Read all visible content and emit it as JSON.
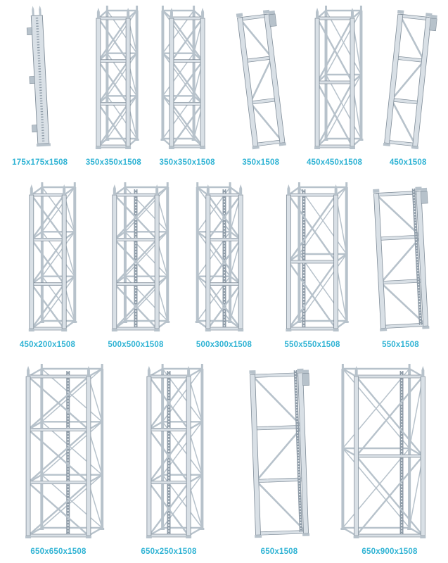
{
  "colors": {
    "label": "#2fb3d4",
    "metal_light": "#d9e0e6",
    "metal_mid": "#b7c2cb",
    "metal_dark": "#8f9ca8",
    "rack_teeth": "#eef2f5",
    "outline": "#7f8c98",
    "background": "#ffffff"
  },
  "rows": [
    {
      "items": [
        {
          "label": "175x175x1508",
          "variant": "panel"
        },
        {
          "label": "350x350x1508",
          "variant": "box",
          "fw": 0.44,
          "bays": 3,
          "rack": false,
          "pins": true,
          "dir": 1
        },
        {
          "label": "350x350x1508",
          "variant": "box",
          "fw": 0.46,
          "bays": 3,
          "rack": false,
          "pins": true,
          "dir": -1
        },
        {
          "label": "350x1508",
          "variant": "flat",
          "fw": 0.4,
          "lean": -7,
          "rack": false,
          "plate": true
        },
        {
          "label": "450x450x1508",
          "variant": "box",
          "fw": 0.52,
          "bays": 2,
          "rack": false,
          "pins": true,
          "dir": 1
        },
        {
          "label": "450x1508",
          "variant": "flat",
          "fw": 0.42,
          "lean": 6,
          "rack": false,
          "plate": true
        }
      ]
    },
    {
      "items": [
        {
          "label": "450x200x1508",
          "variant": "box",
          "fw": 0.4,
          "bays": 3,
          "rack": false,
          "pins": true,
          "dir": 1
        },
        {
          "label": "500x500x1508",
          "variant": "box",
          "fw": 0.52,
          "bays": 3,
          "rack": true,
          "rackOff": 0,
          "pins": true,
          "dir": 1
        },
        {
          "label": "500x300x1508",
          "variant": "box",
          "fw": 0.4,
          "bays": 3,
          "rack": true,
          "rackOff": 0,
          "pins": true,
          "dir": -1
        },
        {
          "label": "550x550x1508",
          "variant": "box",
          "fw": 0.58,
          "bays": 2,
          "rack": true,
          "rackOff": -0.18,
          "pins": true,
          "dir": 1
        },
        {
          "label": "550x1508",
          "variant": "flat",
          "fw": 0.52,
          "lean": -3,
          "rack": true,
          "plate": true
        }
      ]
    },
    {
      "items": [
        {
          "label": "650x650x1508",
          "variant": "box",
          "fw": 0.58,
          "bays": 3,
          "rack": true,
          "rackOff": 0.16,
          "pins": true,
          "dir": 1
        },
        {
          "label": "650x250x1508",
          "variant": "box",
          "fw": 0.38,
          "bays": 3,
          "rack": true,
          "rackOff": 0,
          "pins": true,
          "dir": 1
        },
        {
          "label": "650x1508",
          "variant": "flat",
          "fw": 0.46,
          "lean": -2,
          "rack": true,
          "plate": true
        },
        {
          "label": "650x900x1508",
          "variant": "box",
          "fw": 0.64,
          "bays": 2,
          "rack": true,
          "rackOff": 0.18,
          "pins": true,
          "dir": -1
        }
      ]
    }
  ]
}
